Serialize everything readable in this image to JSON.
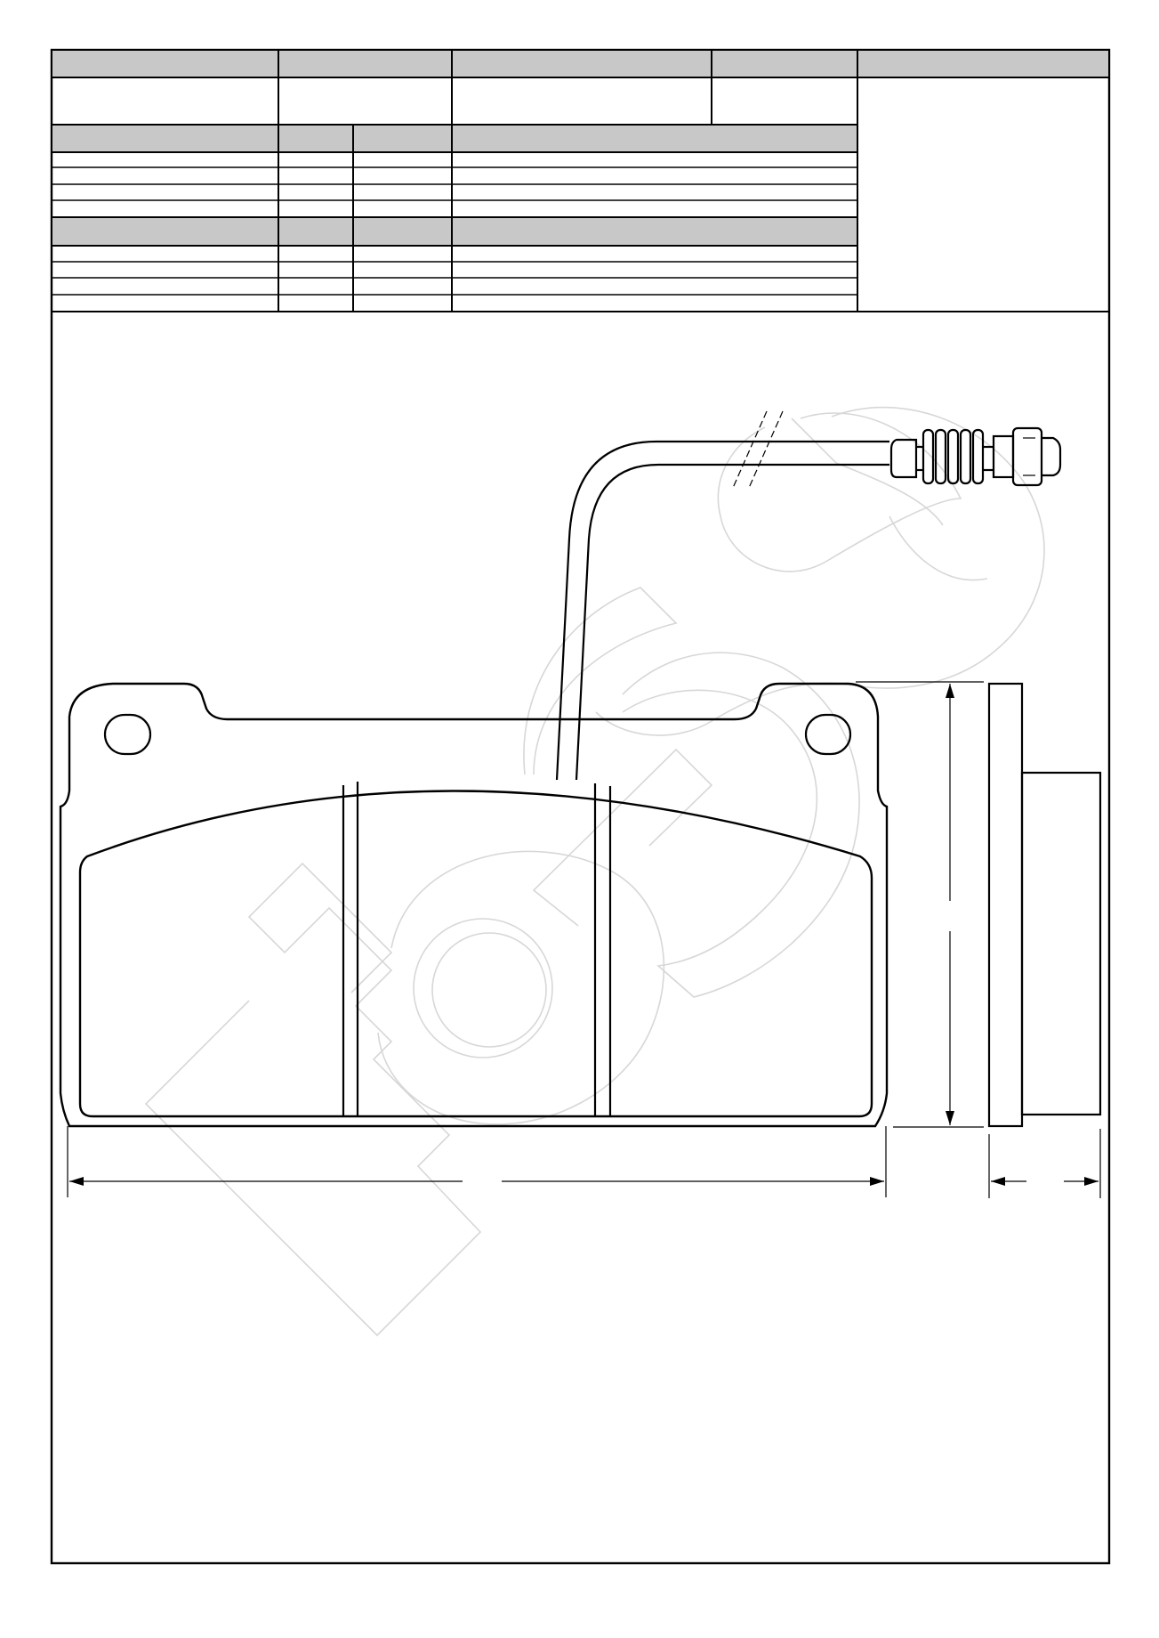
{
  "document": {
    "header_table": {
      "top_headers": [
        "",
        "",
        "",
        "",
        ""
      ],
      "top_values": [
        "",
        "",
        "",
        "",
        ""
      ],
      "section_a_headers": [
        "",
        "",
        "",
        ""
      ],
      "section_a_rows": [
        [
          "",
          "",
          "",
          ""
        ],
        [
          "",
          "",
          "",
          ""
        ],
        [
          "",
          "",
          "",
          ""
        ],
        [
          "",
          "",
          "",
          ""
        ]
      ],
      "section_b_headers": [
        "",
        "",
        "",
        ""
      ],
      "section_b_rows": [
        [
          "",
          "",
          "",
          ""
        ],
        [
          "",
          "",
          "",
          ""
        ],
        [
          "",
          "",
          "",
          ""
        ],
        [
          "",
          "",
          "",
          ""
        ]
      ]
    },
    "drawing": {
      "part": "disc-brake-pad-with-wear-sensor",
      "views": [
        "front-view",
        "side-view"
      ],
      "dimensions": {
        "width_label": "",
        "height_label": "",
        "thickness_label": ""
      },
      "watermark": "company-logo-watermark"
    },
    "colors": {
      "line": "#000000",
      "header_fill": "#c8c8c8",
      "watermark": "#d7d7d7"
    }
  }
}
